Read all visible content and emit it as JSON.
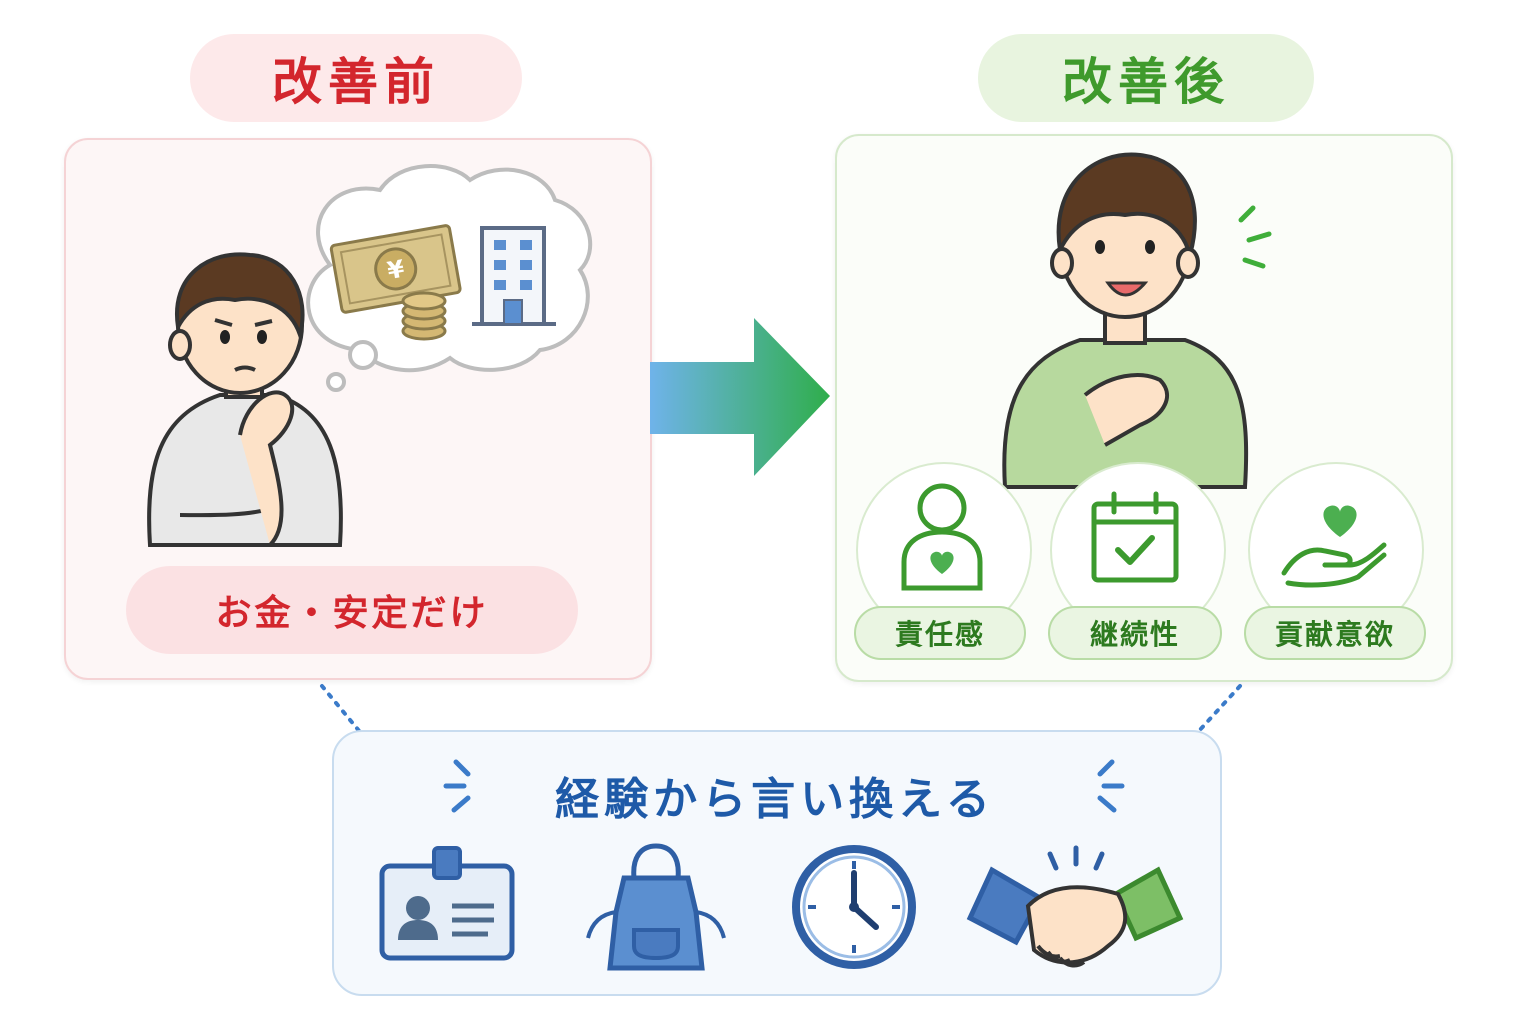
{
  "before": {
    "title": "改善前",
    "caption": "お金・安定だけ",
    "thought_items": [
      "yen-banknote-icon",
      "coins-icon",
      "office-building-icon"
    ],
    "colors": {
      "accent": "#d3262d",
      "background": "#fdf6f6"
    }
  },
  "after": {
    "title": "改善後",
    "values": [
      {
        "label": "責任感",
        "icon": "person-heart-icon"
      },
      {
        "label": "継続性",
        "icon": "calendar-check-icon"
      },
      {
        "label": "貢献意欲",
        "icon": "hand-heart-icon"
      }
    ],
    "colors": {
      "accent": "#3f9a2c",
      "background": "#fbfdf9"
    }
  },
  "bottom": {
    "title": "経験から言い換える",
    "icons": [
      "id-badge-icon",
      "apron-icon",
      "clock-icon",
      "handshake-icon"
    ],
    "colors": {
      "accent": "#1e5aa8"
    }
  }
}
